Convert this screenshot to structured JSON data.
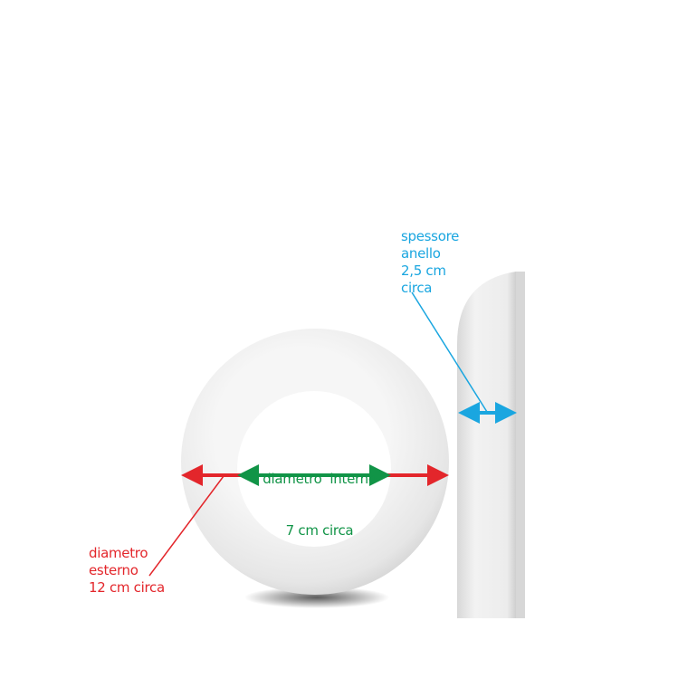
{
  "colors": {
    "outer": "#e3262b",
    "inner": "#119447",
    "thickness": "#1aa6e0",
    "foam": "#efefef"
  },
  "labels": {
    "thickness": [
      "spessore",
      "anello",
      "2,5 cm",
      "circa"
    ],
    "inner": [
      "diametro  interno",
      "7 cm circa"
    ],
    "outer": [
      "diametro",
      "esterno",
      "12 cm circa"
    ]
  }
}
